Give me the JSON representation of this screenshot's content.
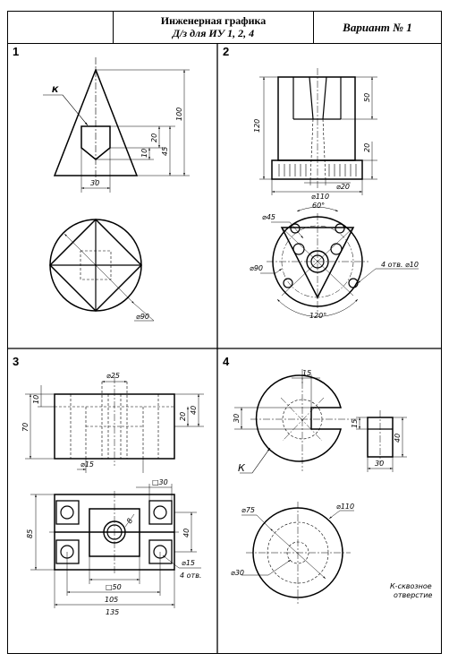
{
  "header": {
    "title": "Инженерная графика",
    "subtitle": "Д/з для ИУ 1, 2, 4",
    "variant": "Вариант № 1"
  },
  "panels": [
    {
      "number": "1",
      "labels": {
        "k": "К",
        "dim_100": "100",
        "dim_45": "45",
        "dim_20": "20",
        "dim_10": "10",
        "dim_30": "30",
        "dim_d90": "⌀90"
      }
    },
    {
      "number": "2",
      "labels": {
        "dim_120": "120",
        "dim_50": "50",
        "dim_20_right": "20",
        "dim_d110": "⌀110",
        "dim_d20": "⌀20",
        "dim_60deg": "60°",
        "dim_d45": "⌀45",
        "dim_d90": "⌀90",
        "dim_holes": "4 отв. ⌀10",
        "dim_120deg": "120°"
      }
    },
    {
      "number": "3",
      "labels": {
        "dim_d25": "⌀25",
        "dim_10": "10",
        "dim_70": "70",
        "dim_20": "20",
        "dim_40": "40",
        "dim_d15_top": "⌀15",
        "dim_sq30": "□30",
        "dim_85": "85",
        "dim_8": "8",
        "dim_40b": "40",
        "dim_d15": "⌀15",
        "dim_4holes": "4 отв.",
        "dim_sq50": "□50",
        "dim_105": "105",
        "dim_135": "135"
      }
    },
    {
      "number": "4",
      "labels": {
        "dim_15": "15",
        "dim_30": "30",
        "dim_15b": "15",
        "dim_40": "40",
        "dim_30b": "30",
        "k": "К",
        "dim_d75": "⌀75",
        "dim_d110": "⌀110",
        "dim_d30": "⌀30",
        "note_line1": "К-сквозное",
        "note_line2": "отверстие"
      }
    }
  ]
}
